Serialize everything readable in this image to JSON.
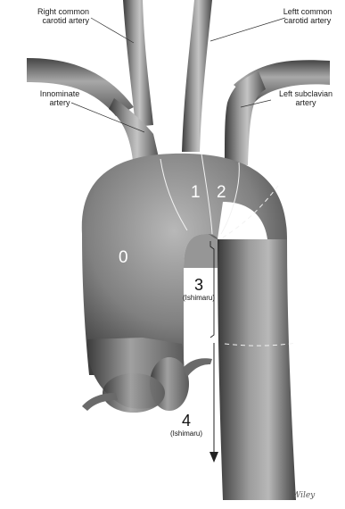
{
  "labels": {
    "right_carotid": [
      "Right common",
      "carotid artery"
    ],
    "left_carotid": [
      "Leftt common",
      "carotid artery"
    ],
    "innominate": [
      "Innominate",
      "artery"
    ],
    "left_subclavian": [
      "Left subclavian",
      "artery"
    ]
  },
  "zones": {
    "z0": "0",
    "z1": "1",
    "z2": "2",
    "z3": {
      "num": "3",
      "sub": "(Ishimaru)"
    },
    "z4": {
      "num": "4",
      "sub": "(Ishimaru)"
    }
  },
  "signature": "Wiley",
  "colors": {
    "vessel_dark": "#3a3a3a",
    "vessel_mid": "#7a7a7a",
    "vessel_light": "#b5b5b5",
    "zone_line": "#f2f2f2"
  }
}
